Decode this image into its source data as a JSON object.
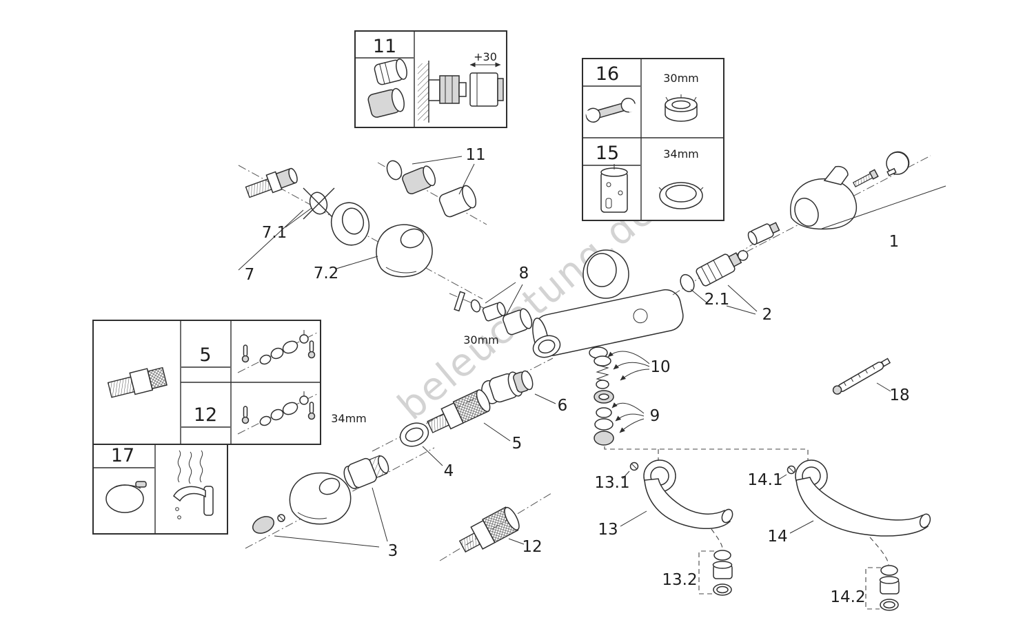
{
  "watermark": "beleuchtung.de",
  "callouts": {
    "part1": "1",
    "part2": "2",
    "part2_1": "2.1",
    "part3": "3",
    "part4": "4",
    "part5": "5",
    "part6": "6",
    "part7": "7",
    "part7_1": "7.1",
    "part7_2": "7.2",
    "part8": "8",
    "part9": "9",
    "part10": "10",
    "part11": "11",
    "part12": "12",
    "part13": "13",
    "part13_1": "13.1",
    "part13_2": "13.2",
    "part14": "14",
    "part14_1": "14.1",
    "part14_2": "14.2",
    "part18": "18"
  },
  "dimensions": {
    "extension": "+30",
    "body_inlet": "30mm",
    "union_thread": "34mm"
  },
  "insets": {
    "detail": {
      "number": "11"
    },
    "tool_top": {
      "number": "16",
      "size": "30mm"
    },
    "tool_bottom": {
      "number": "15",
      "size": "34mm"
    },
    "mount_top": {
      "number": "5"
    },
    "mount_bottom": {
      "number": "12"
    },
    "cap": {
      "number": "17"
    }
  }
}
